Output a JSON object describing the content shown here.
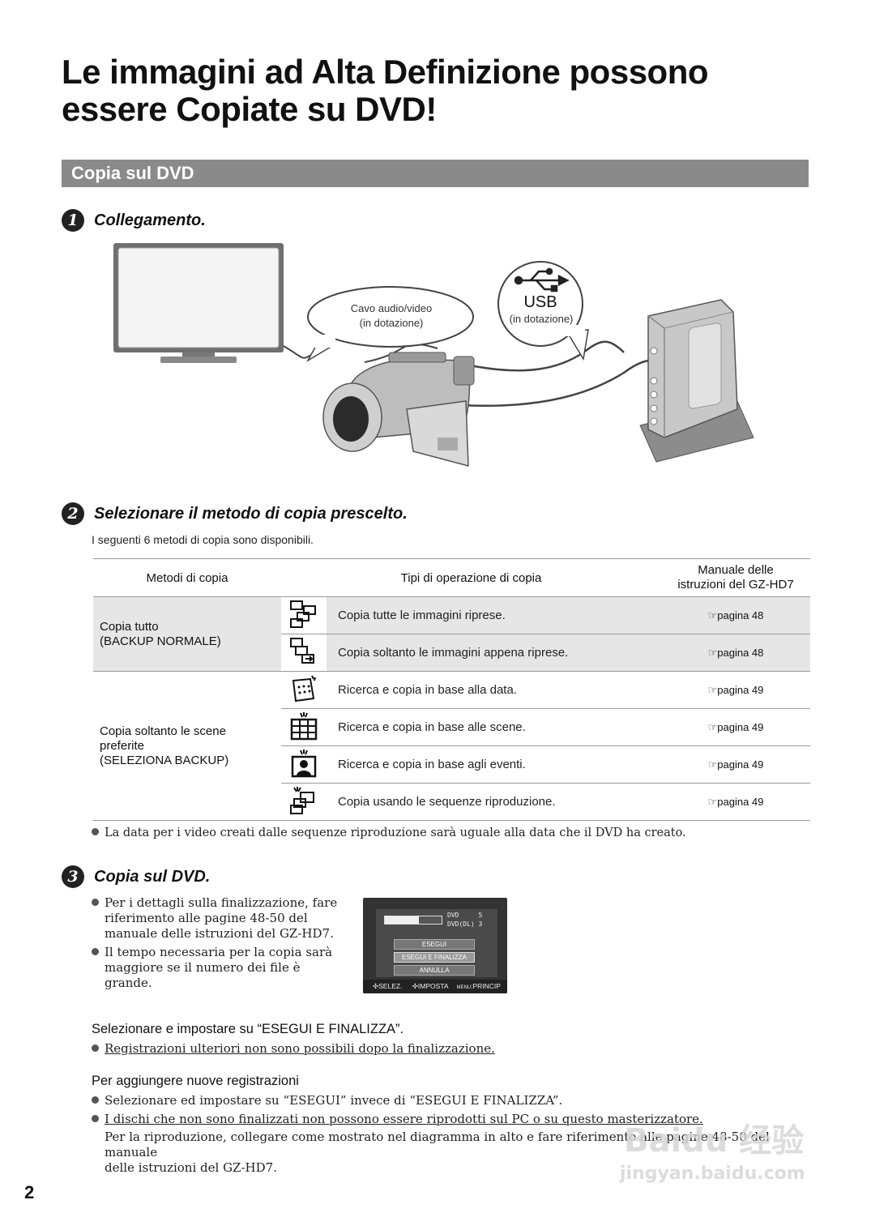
{
  "title_line1": "Le immagini ad Alta Definizione possono",
  "title_line2": "essere Copiate su DVD!",
  "section_title": "Copia sul DVD",
  "step1": {
    "num": "1",
    "title": "Collegamento."
  },
  "diagram": {
    "av_cable_line1": "Cavo audio/video",
    "av_cable_line2": "(in dotazione)",
    "usb_label": "USB",
    "usb_note": "(in dotazione)"
  },
  "step2": {
    "num": "2",
    "title": "Selezionare il metodo di copia prescelto."
  },
  "intro": "I seguenti 6 metodi di copia sono disponibili.",
  "table": {
    "headers": {
      "col1": "Metodi di copia",
      "col2": "Tipi di operazione di copia",
      "col3_line1": "Manuale delle",
      "col3_line2": "istruzioni del GZ-HD7"
    },
    "groups": [
      {
        "line1": "Copia tutto",
        "line2": "(BACKUP NORMALE)"
      },
      {
        "line1": "Copia soltanto le scene",
        "line2": "preferite",
        "line3": "(SELEZIONA BACKUP)"
      }
    ],
    "rows": [
      {
        "icon": "copy-all-icon",
        "desc": "Copia tutte le immagini riprese.",
        "page": "☞pagina 48"
      },
      {
        "icon": "copy-new-icon",
        "desc": "Copia soltanto le immagini appena riprese.",
        "page": "☞pagina 48"
      },
      {
        "icon": "calendar-icon",
        "desc": "Ricerca e copia in base alla data.",
        "page": "☞pagina 49"
      },
      {
        "icon": "scene-grid-icon",
        "desc": "Ricerca e copia in base alle scene.",
        "page": "☞pagina 49"
      },
      {
        "icon": "event-person-icon",
        "desc": "Ricerca e copia in base agli eventi.",
        "page": "☞pagina 49"
      },
      {
        "icon": "playlist-icon",
        "desc": "Copia usando le sequenze riproduzione.",
        "page": "☞pagina 49"
      }
    ]
  },
  "table_note": "La data per i video creati dalle sequenze riproduzione sarà uguale alla data che il DVD ha creato.",
  "step3": {
    "num": "3",
    "title": "Copia sul DVD."
  },
  "step3_bullets": {
    "b1_l1": "Per i dettagli sulla finalizzazione, fare",
    "b1_l2": "riferimento alle pagine 48-50 del",
    "b1_l3": "manuale delle istruzioni del GZ-HD7.",
    "b2_l1": "Il tempo necessaria per la copia sarà",
    "b2_l2": "maggiore se il numero dei file è",
    "b2_l3": "grande."
  },
  "lcd": {
    "dvd_label": "DVD",
    "dvd_value": "5",
    "dvddl_label": "DVD(DL)",
    "dvddl_value": "3",
    "menu1": "ESEGUI",
    "menu2": "ESEGUI E FINALIZZA",
    "menu3": "ANNULLA",
    "foot_selez": "SELEZ.",
    "foot_imposta": "IMPOSTA",
    "foot_menu": "MENU",
    "foot_princip": ":PRINCIP"
  },
  "select_heading": "Selezionare e impostare su “ESEGUI E FINALIZZA”.",
  "select_note": "Registrazioni ulteriori non sono possibili dopo la finalizzazione.",
  "add_heading": "Per aggiungere nuove registrazioni",
  "add_b1": "Selezionare ed impostare su “ESEGUI” invece di “ESEGUI E FINALIZZA”.",
  "add_b2": "I dischi che non sono finalizzati non possono essere riprodotti sul PC o su questo masterizzatore.",
  "add_b2_l2": "Per la riproduzione, collegare come mostrato nel diagramma in alto e fare riferimento alle pagine 48-50 del manuale",
  "add_b2_l3": "delle istruzioni del GZ-HD7.",
  "page_number": "2",
  "watermark_line1": "Baidu 经验",
  "watermark_line2": "jingyan.baidu.com"
}
